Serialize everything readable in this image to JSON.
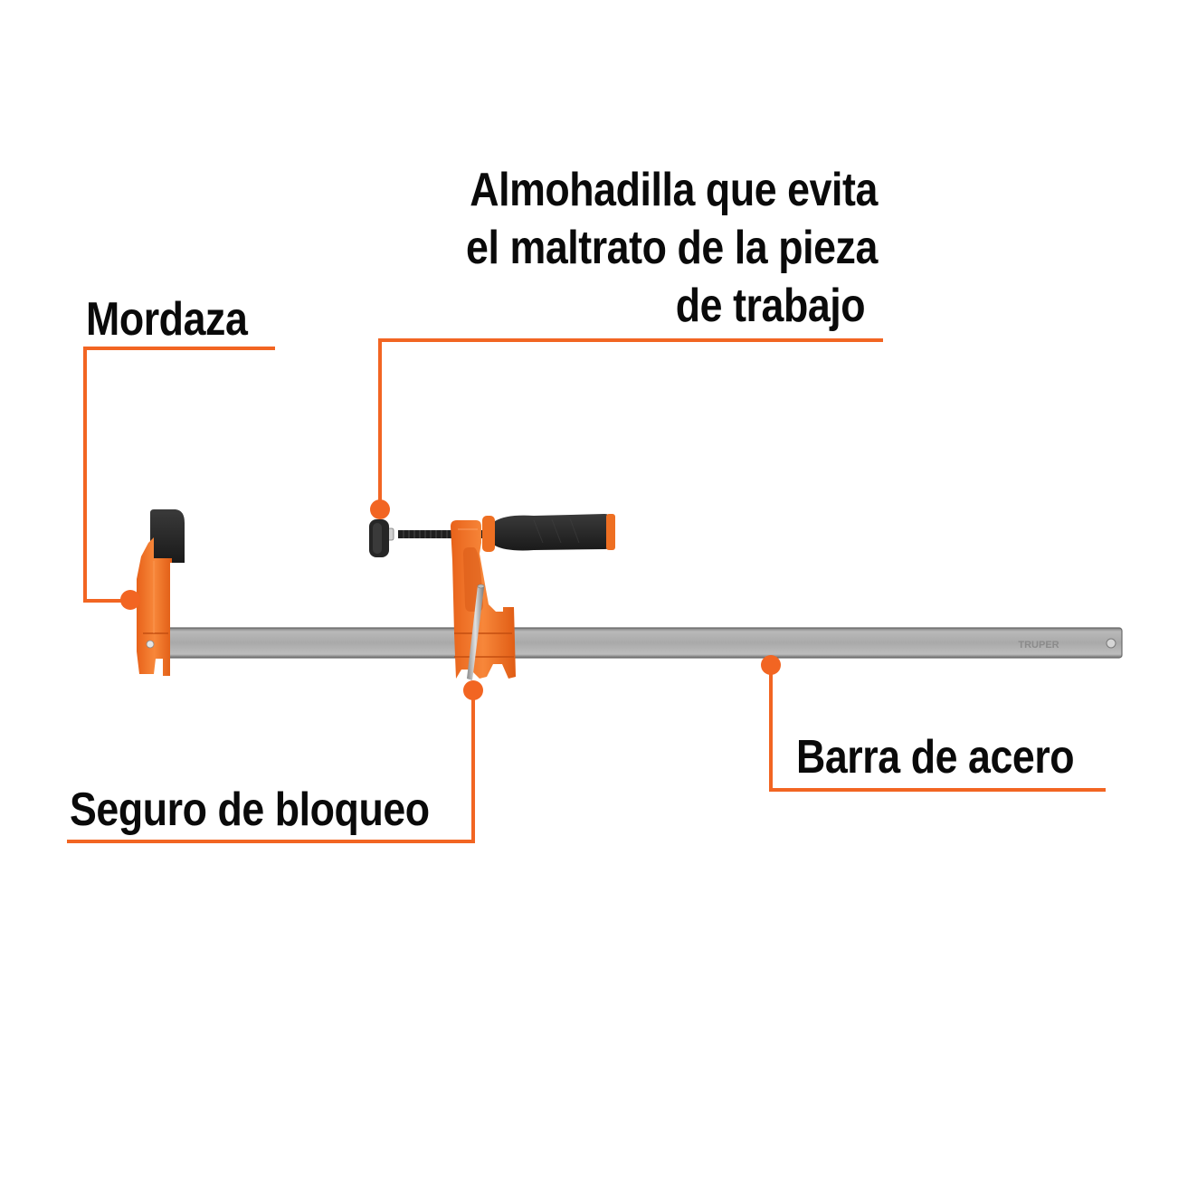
{
  "diagram": {
    "subject": "Prensa tipo barra (bar clamp)",
    "brand_mark": "TRUPER",
    "accent_color": "#f26522",
    "text_color": "#0a0a0a",
    "bar_color": "#a7a7a7",
    "orange_body_color": "#f47b20",
    "black_rubber_color": "#2b2b2b"
  },
  "callouts": {
    "mordaza": {
      "label": "Mordaza"
    },
    "almohadilla": {
      "lines": [
        "Almohadilla que evita",
        "el maltrato de la pieza",
        "de trabajo"
      ]
    },
    "seguro": {
      "label": "Seguro de bloqueo"
    },
    "barra": {
      "label": "Barra de acero"
    }
  }
}
